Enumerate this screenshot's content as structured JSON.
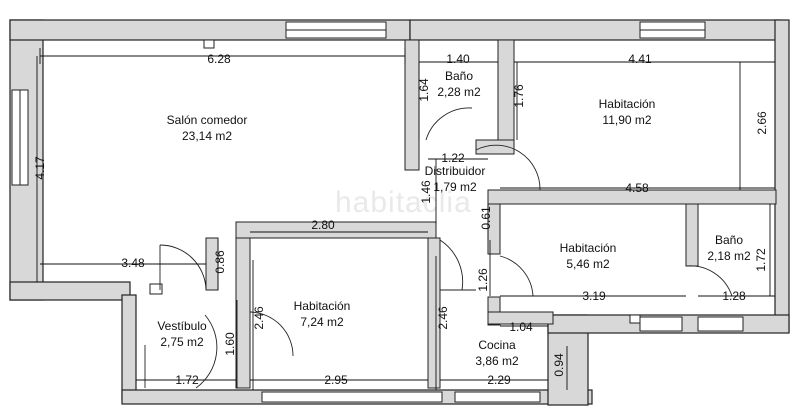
{
  "colors": {
    "wall_fill": "#d8d8d8",
    "wall_stroke": "#222222",
    "line": "#111111",
    "background": "#ffffff"
  },
  "watermark": "habitaclia",
  "rooms": {
    "salon": {
      "name": "Salón comedor",
      "area": "23,14 m2"
    },
    "bano1": {
      "name": "Baño",
      "area": "2,28 m2"
    },
    "distribuidor": {
      "name": "Distribuidor",
      "area": "1,79 m2"
    },
    "hab_big": {
      "name": "Habitación",
      "area": "11,90 m2"
    },
    "hab_mid": {
      "name": "Habitación",
      "area": "5,46 m2"
    },
    "bano2": {
      "name": "Baño",
      "area": "2,18 m2"
    },
    "hab_left": {
      "name": "Habitación",
      "area": "7,24 m2"
    },
    "vestibulo": {
      "name": "Vestíbulo",
      "area": "2,75 m2"
    },
    "cocina": {
      "name": "Cocina",
      "area": "3,86 m2"
    }
  },
  "dimensions": {
    "d628": "6.28",
    "d140": "1.40",
    "d441": "4.41",
    "d417": "4.17",
    "d164": "1.64",
    "d176": "1.76",
    "d266": "2.66",
    "d122": "1.22",
    "d146": "1.46",
    "d458": "4.58",
    "d061": "0.61",
    "d280": "2.80",
    "d348": "3.48",
    "d086": "0.86",
    "d172v": "1.72",
    "d126": "1.26",
    "d246a": "2.46",
    "d246b": "2.46",
    "d160": "1.60",
    "d319": "3.19",
    "d128": "1.28",
    "d104": "1.04",
    "d094": "0.94",
    "d172h": "1.72",
    "d295": "2.95",
    "d229": "2.29"
  }
}
